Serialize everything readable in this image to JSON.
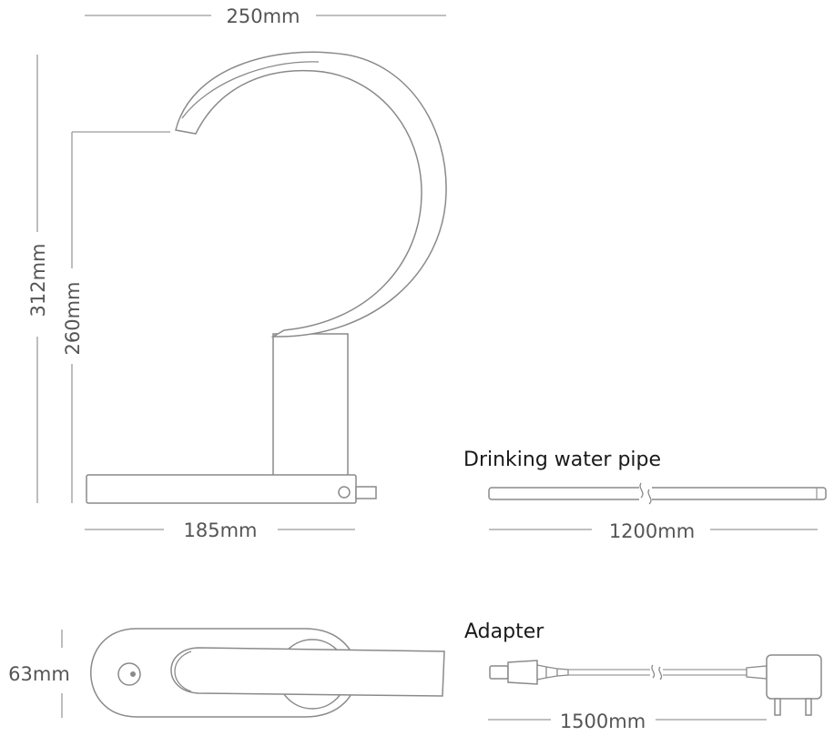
{
  "dimensions": {
    "top_width": "250mm",
    "total_height": "312mm",
    "spout_height": "260mm",
    "base_length": "185mm",
    "pipe_length": "1200mm",
    "base_depth": "63mm",
    "adapter_length": "1500mm"
  },
  "labels": {
    "pipe": "Drinking water pipe",
    "adapter": "Adapter"
  }
}
